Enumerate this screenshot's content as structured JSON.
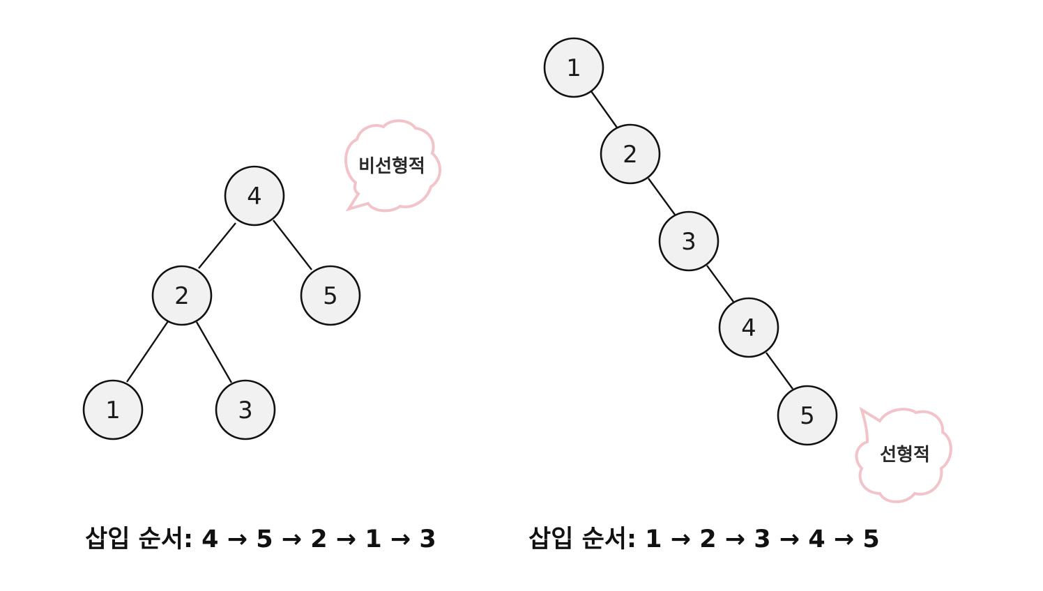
{
  "colors": {
    "node_fill": "#f1f1f1",
    "node_stroke": "#111111",
    "bubble_stroke": "#f2c4c9",
    "text": "#111111"
  },
  "left_tree": {
    "nodes": [
      "4",
      "2",
      "5",
      "1",
      "3"
    ],
    "edges": [
      [
        "4",
        "2"
      ],
      [
        "4",
        "5"
      ],
      [
        "2",
        "1"
      ],
      [
        "2",
        "3"
      ]
    ],
    "caption": "삽입 순서: 4 → 5 → 2 → 1 → 3",
    "bubble_label": "비선형적"
  },
  "right_tree": {
    "nodes": [
      "1",
      "2",
      "3",
      "4",
      "5"
    ],
    "edges": [
      [
        "1",
        "2"
      ],
      [
        "2",
        "3"
      ],
      [
        "3",
        "4"
      ],
      [
        "4",
        "5"
      ]
    ],
    "caption": "삽입 순서: 1 → 2 → 3 → 4 → 5",
    "bubble_label": "선형적"
  }
}
